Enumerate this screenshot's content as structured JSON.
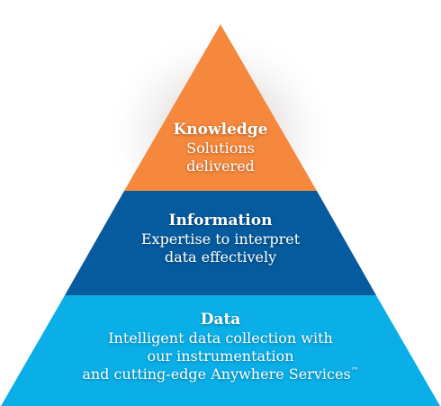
{
  "colors": {
    "knowledge": "#F5883C",
    "information": "#055B9E",
    "data": "#0AAFE8",
    "text": "#FFFFFF"
  },
  "tiers": {
    "knowledge": {
      "title": "Knowledge",
      "lines": [
        "Solutions",
        "delivered"
      ]
    },
    "information": {
      "title": "Information",
      "lines": [
        "Expertise to interpret",
        "data effectively"
      ]
    },
    "data": {
      "title": "Data",
      "lines": [
        "Intelligent data collection with",
        "our instrumentation",
        "and cutting-edge Anywhere Services"
      ],
      "trademark": "™"
    }
  }
}
